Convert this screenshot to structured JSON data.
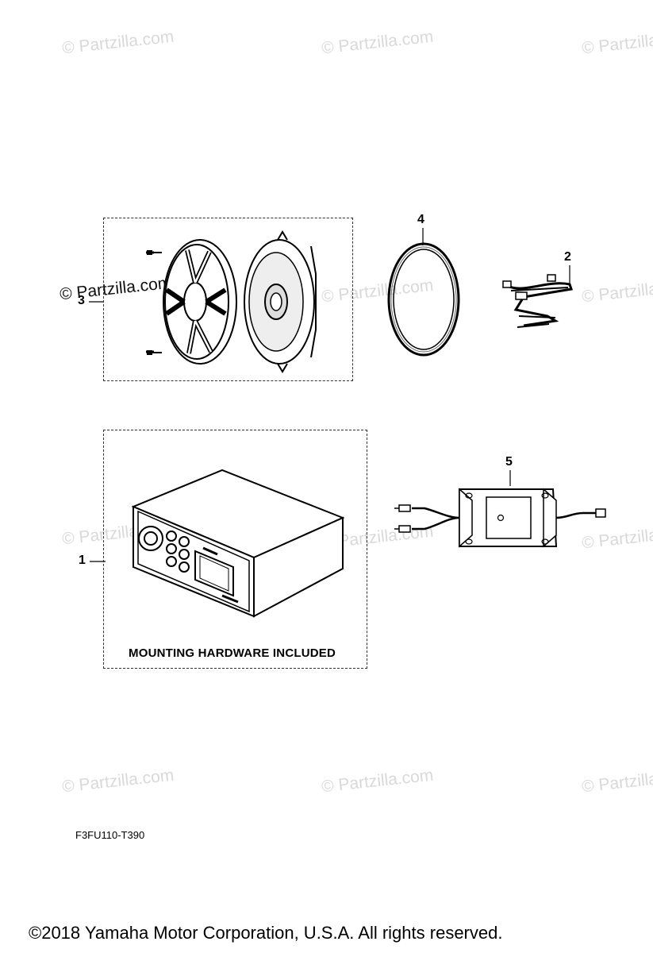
{
  "watermark": "© Partzilla.com",
  "callouts": {
    "part_1": "1",
    "part_2": "2",
    "part_3": "3",
    "part_4": "4",
    "part_5": "5"
  },
  "notes": {
    "mounting_hardware": "MOUNTING HARDWARE INCLUDED"
  },
  "drawing_code": "F3FU110-T390",
  "copyright": "©2018  Yamaha Motor Corporation, U.S.A. All rights reserved."
}
